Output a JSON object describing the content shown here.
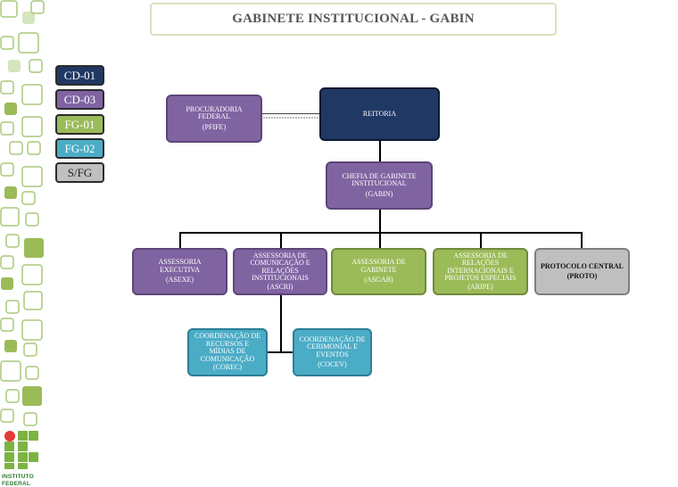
{
  "title": "GABINETE INSTITUCIONAL - GABIN",
  "legend": [
    {
      "label": "CD-01",
      "color": "#1f3864"
    },
    {
      "label": "CD-03",
      "color": "#8064a2"
    },
    {
      "label": "FG-01",
      "color": "#9bbb59"
    },
    {
      "label": "FG-02",
      "color": "#4bacc6"
    },
    {
      "label": "S/FG",
      "color": "#bfbfbf"
    }
  ],
  "nodes": {
    "reitoria": {
      "name": "REITORIA",
      "acronym": ""
    },
    "pfife": {
      "name": "PROCURADORIA\nFEDERAL",
      "acronym": "(PFIFE)"
    },
    "gabin": {
      "name": "CHEFIA DE GABINETE\nINSTITUCIONAL",
      "acronym": "(GABIN)"
    },
    "asexe": {
      "name": "ASSESSORIA\nEXECUTIVA",
      "acronym": "(ASEXE)"
    },
    "ascri": {
      "name": "ASSESSORIA DE\nCOMUNICAÇÃO E\nRELAÇÕES\nINSTITUCIONAIS",
      "acronym": "(ASCRI)"
    },
    "asgab": {
      "name": "ASSESSORIA DE\nGABINETE",
      "acronym": "(ASGAB)"
    },
    "aripe": {
      "name": "ASSESSORIA DE\nRELAÇÕES\nINTERNACIONAIS E\nPROJETOS ESPECIAIS",
      "acronym": "(ARIPE)"
    },
    "proto": {
      "name": "PROTOCOLO CENTRAL",
      "acronym": "(PROTO)"
    },
    "corec": {
      "name": "COORDENAÇÃO DE\nRECURSOS E\nMÍDIAS DE\nCOMUNICAÇÃO",
      "acronym": "(COREC)"
    },
    "cocev": {
      "name": "COORDENAÇÃO DE\nCERIMONIAL E\nEVENTOS",
      "acronym": "(COCEV)"
    }
  },
  "logo": {
    "line1": "INSTITUTO",
    "line2": "FEDERAL",
    "green": "#7cb342",
    "red": "#e53935"
  },
  "decor_colors": {
    "outline": "#a8c97a",
    "fill": "#9bbb59",
    "light": "#d5e6bd"
  }
}
